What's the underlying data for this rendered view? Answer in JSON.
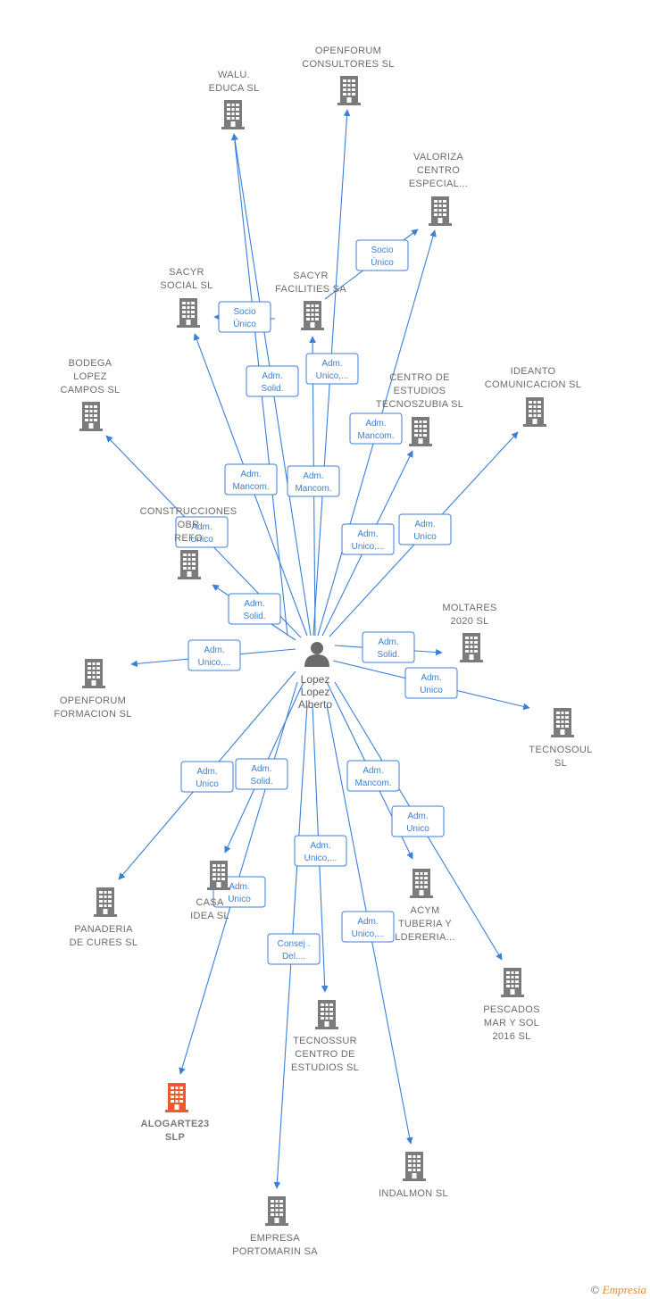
{
  "center": {
    "name_lines": [
      "Lopez",
      "Lopez",
      "Alberto"
    ]
  },
  "colors": {
    "edge": "#3b7fd9",
    "building": "#7b7b7b",
    "highlight": "#f2592a"
  },
  "nodes": [
    {
      "id": "walu",
      "lines": [
        "WALU.",
        "EDUCA SL"
      ]
    },
    {
      "id": "openforum-consultores",
      "lines": [
        "OPENFORUM",
        "CONSULTORES SL"
      ]
    },
    {
      "id": "valoriza",
      "lines": [
        "VALORIZA",
        "CENTRO",
        "ESPECIAL..."
      ]
    },
    {
      "id": "sacyr-social",
      "lines": [
        "SACYR",
        "SOCIAL  SL"
      ]
    },
    {
      "id": "sacyr-facilities",
      "lines": [
        "SACYR",
        "FACILITIES SA"
      ]
    },
    {
      "id": "bodega",
      "lines": [
        "BODEGA",
        "LOPEZ",
        "CAMPOS  SL"
      ]
    },
    {
      "id": "centro-tecnoszubia",
      "lines": [
        "CENTRO DE",
        "ESTUDIOS",
        "TECNOSZUBIA SL"
      ]
    },
    {
      "id": "ideanto",
      "lines": [
        "IDEANTO",
        "COMUNICACION SL"
      ]
    },
    {
      "id": "construcciones",
      "lines": [
        "CONSTRUCCIONES",
        "OBR",
        "REFO"
      ]
    },
    {
      "id": "moltares",
      "lines": [
        "MOLTARES",
        "2020  SL"
      ]
    },
    {
      "id": "openforum-formacion",
      "lines": [
        "OPENFORUM",
        "FORMACION SL"
      ]
    },
    {
      "id": "tecnosoul",
      "lines": [
        "TECNOSOUL",
        "SL"
      ]
    },
    {
      "id": "panaderia",
      "lines": [
        "PANADERIA",
        "DE CURES  SL"
      ]
    },
    {
      "id": "casa-idea",
      "lines": [
        "CASA",
        "IDEA SL"
      ]
    },
    {
      "id": "acym",
      "lines": [
        "ACYM",
        "TUBERIA Y",
        "LDERERIA..."
      ]
    },
    {
      "id": "pescados",
      "lines": [
        "PESCADOS",
        "MAR Y SOL",
        "2016  SL"
      ]
    },
    {
      "id": "tecnossur",
      "lines": [
        "TECNOSSUR",
        "CENTRO DE",
        "ESTUDIOS  SL"
      ]
    },
    {
      "id": "alogarte",
      "lines": [
        "ALOGARTE23",
        "SLP"
      ],
      "highlight": true
    },
    {
      "id": "indalmon",
      "lines": [
        "INDALMON  SL"
      ]
    },
    {
      "id": "empresa-portomarin",
      "lines": [
        "EMPRESA",
        "PORTOMARIN SA"
      ]
    }
  ],
  "edges": [
    {
      "target": "walu",
      "role": []
    },
    {
      "target": "openforum-consultores",
      "role": [
        "Adm.",
        "Unico,..."
      ]
    },
    {
      "target": "valoriza",
      "role": [
        "Adm.",
        "Mancom."
      ]
    },
    {
      "target": "sacyr-facilities",
      "role": [
        "Adm.",
        "Mancom."
      ]
    },
    {
      "target": "sacyr-social",
      "role": [
        "Adm.",
        "Mancom."
      ]
    },
    {
      "target": "centro-tecnoszubia",
      "role": [
        "Adm.",
        "Unico,..."
      ]
    },
    {
      "target": "ideanto",
      "role": [
        "Adm.",
        "Unico"
      ]
    },
    {
      "target": "bodega",
      "role": [
        "Adm.",
        "Unico"
      ]
    },
    {
      "target": "construcciones",
      "role": [
        "Adm.",
        "Solid."
      ]
    },
    {
      "target": "moltares",
      "role": [
        "Adm.",
        "Solid."
      ]
    },
    {
      "target": "openforum-formacion",
      "role": [
        "Adm.",
        "Unico,..."
      ]
    },
    {
      "target": "tecnosoul",
      "role": [
        "Adm.",
        "Unico"
      ]
    },
    {
      "target": "panaderia",
      "role": [
        "Adm.",
        "Unico"
      ]
    },
    {
      "target": "casa-idea",
      "role": [
        "Adm.",
        "Solid."
      ]
    },
    {
      "target": "acym",
      "role": [
        "Adm.",
        "Mancom."
      ]
    },
    {
      "target": "pescados",
      "role": [
        "Adm.",
        "Unico"
      ]
    },
    {
      "target": "tecnossur",
      "role": [
        "Adm.",
        "Unico,..."
      ]
    },
    {
      "target": "alogarte",
      "role": [
        "Adm.",
        "Unico"
      ]
    },
    {
      "target": "indalmon",
      "role": [
        "Adm.",
        "Unico,..."
      ]
    },
    {
      "target": "empresa-portomarin",
      "role": [
        "Consej .",
        "Del...."
      ]
    }
  ],
  "secondary_edges": [
    {
      "from": "sacyr-facilities",
      "target": "sacyr-social",
      "role": [
        "Socio",
        "Único"
      ]
    },
    {
      "from": "sacyr-facilities",
      "target": "valoriza",
      "role": [
        "Socio",
        "Único"
      ]
    },
    {
      "from": "sacyr-facilities",
      "target": "walu",
      "role": [
        "Adm.",
        "Solid."
      ]
    }
  ],
  "footer": {
    "copyright": "©",
    "brand": "Empresia"
  }
}
